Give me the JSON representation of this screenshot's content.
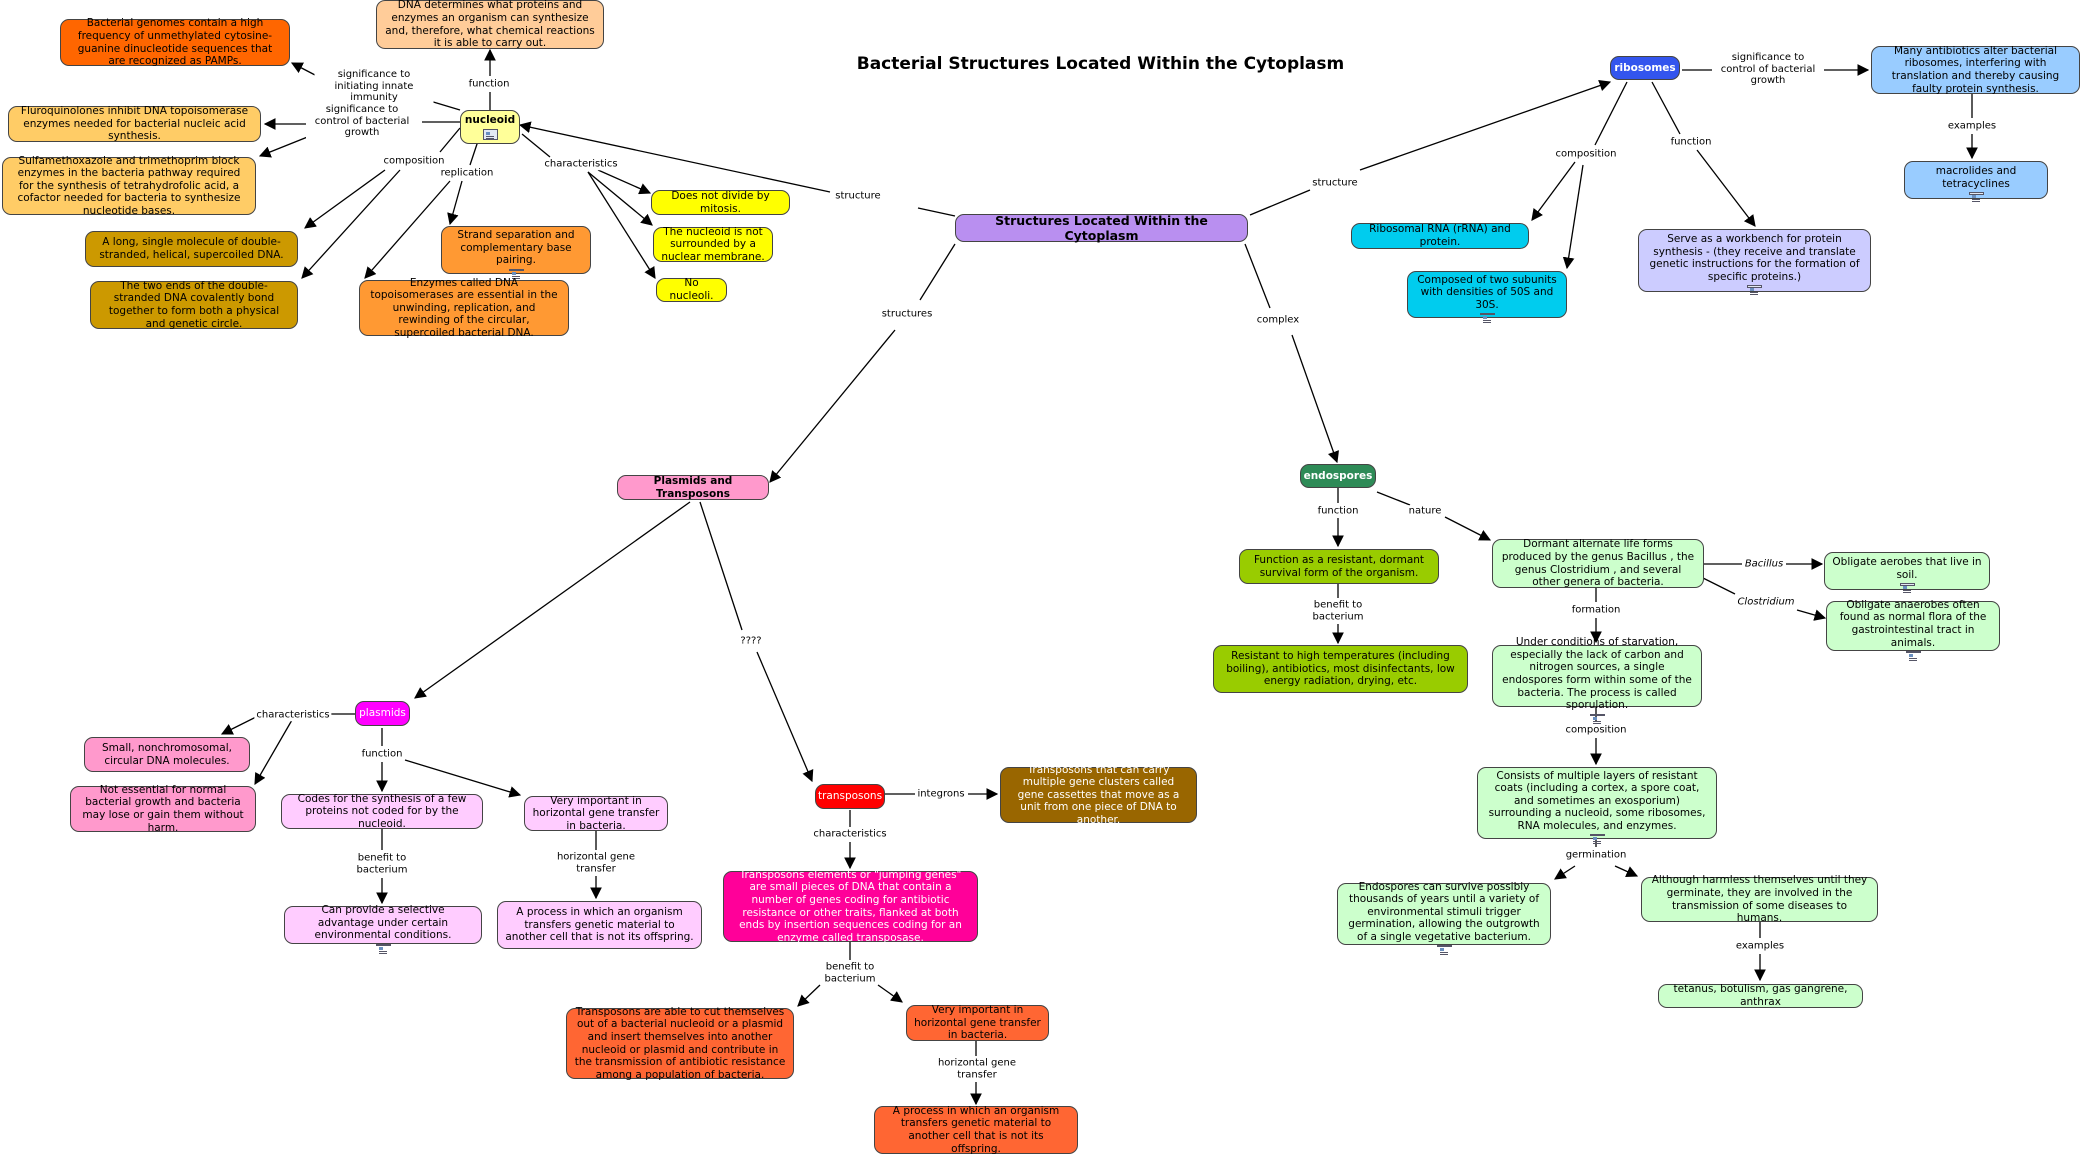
{
  "title": "Bacterial Structures Located Within the Cytoplasm",
  "nodes": {
    "main": {
      "text": "Structures Located Within the Cytoplasm",
      "color": "#b98ff0"
    },
    "nucleoid": {
      "text": "nucleoid",
      "color": "#ffff99"
    },
    "dna_function": {
      "text": "DNA determines what proteins and enzymes an organism can synthesize and, therefore, what chemical reactions it is able to carry out.",
      "color": "#ffcc99"
    },
    "bacterial_genomes": {
      "text": "Bacterial genomes contain a high frequency of unmethylated cytosine-guanine dinucleotide sequences that are recognized as PAMPs.",
      "color": "#ff6600"
    },
    "fluoroquinolones": {
      "text": "Fluroquinolones inhibit DNA topoisomerase enzymes needed for bacterial nucleic acid synthesis.",
      "color": "#ffcc66"
    },
    "sulfamethoxazole": {
      "text": "Sulfamethoxazole and trimethoprim block enzymes in the bacteria pathway required for the synthesis of tetrahydrofolic acid, a cofactor needed for bacteria to synthesize nucleotide bases.",
      "color": "#ffcc66"
    },
    "single_molecule": {
      "text": "A long, single molecule of double-stranded, helical, supercoiled DNA.",
      "color": "#cc9900"
    },
    "two_ends": {
      "text": "The two ends of the double-stranded DNA covalently bond together to form both a physical and genetic circle.",
      "color": "#cc9900"
    },
    "strand_sep": {
      "text": "Strand separation and complementary base pairing.",
      "color": "#ff9933"
    },
    "topoisomerases": {
      "text": "Enzymes called DNA topoisomerases are essential in the unwinding, replication, and rewinding of the circular, supercoiled bacterial DNA.",
      "color": "#ff9933"
    },
    "no_mitosis": {
      "text": "Does not divide by mitosis.",
      "color": "#ffff00"
    },
    "no_membrane": {
      "text": "The nucleoid is not surrounded by a nuclear membrane.",
      "color": "#ffff00"
    },
    "no_nucleoli": {
      "text": "No nucleoli.",
      "color": "#ffff00"
    },
    "ribosomes": {
      "text": "ribosomes",
      "color": "#3355ee"
    },
    "antibiotics": {
      "text": "Many antibiotics alter bacterial ribosomes, interfering with translation and thereby causing faulty protein synthesis.",
      "color": "#99ccff"
    },
    "macrolides": {
      "text": "macrolides and tetracyclines",
      "color": "#99ccff"
    },
    "rrna": {
      "text": "Ribosomal RNA (rRNA) and protein.",
      "color": "#00ccee"
    },
    "subunits": {
      "text": "Composed of two subunits with densities of 50S and 30S.",
      "color": "#00ccee"
    },
    "workbench": {
      "text": "Serve as a workbench for protein synthesis - (they receive and translate genetic instructions for the formation of specific proteins.)",
      "color": "#ccccff"
    },
    "endospores": {
      "text": "endospores",
      "color": "#2e8b57"
    },
    "survival": {
      "text": "Function as a resistant, dormant survival form of the organism.",
      "color": "#99cc00"
    },
    "resistant_high": {
      "text": "Resistant to high temperatures (including boiling), antibiotics, most disinfectants, low energy radiation, drying, etc.",
      "color": "#99cc00"
    },
    "dormant": {
      "text": "Dormant alternate life forms produced by the genus Bacillus , the genus Clostridium , and several other genera of bacteria.",
      "color": "#ccffcc"
    },
    "aerobes": {
      "text": "Obligate aerobes that live in soil.",
      "color": "#ccffcc"
    },
    "anaerobes": {
      "text": "Obligate anaerobes often found as normal flora of the gastrointestinal tract in animals.",
      "color": "#ccffcc"
    },
    "starvation": {
      "text": "Under conditions of starvation, especially the lack of carbon and nitrogen sources, a single endospores form within some of the bacteria. The process is called sporulation.",
      "color": "#ccffcc"
    },
    "layers": {
      "text": "Consists of multiple layers of resistant coats (including a cortex, a spore coat, and sometimes an exosporium) surrounding a nucleoid, some ribosomes, RNA molecules, and enzymes.",
      "color": "#ccffcc"
    },
    "survive_years": {
      "text": "Endospores can survive possibly thousands of years until a variety of environmental stimuli trigger germination, allowing the outgrowth of a single vegetative bacterium.",
      "color": "#ccffcc"
    },
    "harmless": {
      "text": "Although harmless themselves until they germinate, they are involved in the transmission of some diseases to humans.",
      "color": "#ccffcc"
    },
    "tetanus": {
      "text": "tetanus, botulism, gas gangrene, anthrax",
      "color": "#ccffcc"
    },
    "plasmids_transposons": {
      "text": "Plasmids and Transposons",
      "color": "#ff99cc"
    },
    "plasmids": {
      "text": "plasmids",
      "color": "#ff00ff"
    },
    "small_circular": {
      "text": "Small, nonchromosomal, circular DNA molecules.",
      "color": "#ff99cc"
    },
    "not_essential": {
      "text": "Not essential for normal bacterial growth and bacteria may lose or gain them without harm.",
      "color": "#ff99cc"
    },
    "codes_synthesis": {
      "text": "Codes for the synthesis of a few proteins not coded for by the nucleoid.",
      "color": "#ffccff"
    },
    "selective_adv": {
      "text": "Can provide a selective advantage under certain environmental conditions.",
      "color": "#ffccff"
    },
    "very_important_p": {
      "text": "Very important in horizontal gene transfer in bacteria.",
      "color": "#ffccff"
    },
    "process_p": {
      "text": "A process in which an organism transfers genetic material to another cell that is not its offspring.",
      "color": "#ffccff"
    },
    "transposons": {
      "text": "transposons",
      "color": "#ff0000"
    },
    "transposons_carry": {
      "text": "Transposons that can carry multiple gene clusters called gene cassettes that move as a unit from one piece of DNA to another.",
      "color": "#996600"
    },
    "jumping_genes": {
      "text": "Transposons elements or \"jumping genes\" are small pieces of DNA that contain a number of genes coding for antibiotic resistance or other traits, flanked at both ends by insertion sequences coding for an enzyme called transposase.",
      "color": "#ff0099"
    },
    "cut_themselves": {
      "text": "Transposons are able to cut themselves out of a bacterial nucleoid or a plasmid and insert themselves into another nucleoid or plasmid and contribute in the transmission of antibiotic resistance among a population of bacteria.",
      "color": "#ff6633"
    },
    "very_important_t": {
      "text": "Very important in horizontal gene transfer in bacteria.",
      "color": "#ff6633"
    },
    "process_t": {
      "text": "A process in which an organism transfers genetic material to another cell that is not its offspring.",
      "color": "#ff6633"
    }
  },
  "labels": {
    "structure_left": "structure",
    "structure_right": "structure",
    "structures": "structures",
    "complex": "complex",
    "function_n": "function",
    "sig_immunity": "significance to initiating innate immunity",
    "sig_growth": "significance to control of bacterial growth",
    "composition_n": "composition",
    "replication": "replication",
    "characteristics_n": "characteristics",
    "sig_ribo": "significance to control of bacterial growth",
    "examples_r": "examples",
    "composition_r": "composition",
    "function_r": "function",
    "function_e": "function",
    "nature": "nature",
    "benefit_e": "benefit to bacterium",
    "bacillus": "Bacillus",
    "clostridium": "Clostridium",
    "formation": "formation",
    "composition_e": "composition",
    "germination": "germination",
    "examples_e": "examples",
    "characteristics_p": "characteristics",
    "function_p": "function",
    "benefit_p": "benefit to bacterium",
    "hgt_p": "horizontal gene transfer",
    "qqqq": "????",
    "integrons": "integrons",
    "characteristics_t": "characteristics",
    "benefit_t": "benefit to bacterium",
    "hgt_t": "horizontal gene transfer"
  }
}
